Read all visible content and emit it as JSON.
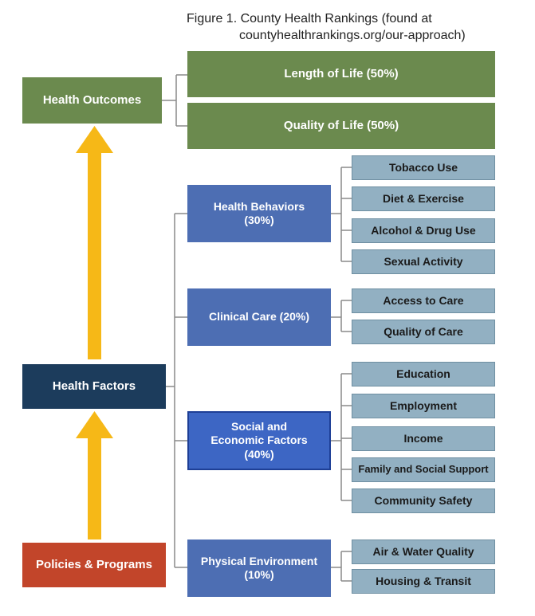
{
  "title": {
    "line1": "Figure 1. County Health Rankings (found at",
    "line2": "countyhealthrankings.org/our-approach)"
  },
  "colors": {
    "outcomes_green": "#6b8a4e",
    "factors_navy": "#1c3c5c",
    "policies_red": "#c2452a",
    "category_blue": "#4d6eb3",
    "highlight_blue": "#3d66c4",
    "measure_gray": "#92b0c2",
    "arrow_gold": "#f6b817"
  },
  "left_column": {
    "health_outcomes": "Health Outcomes",
    "health_factors": "Health Factors",
    "policies_programs": "Policies & Programs"
  },
  "outcomes": {
    "length_of_life": "Length of Life (50%)",
    "quality_of_life": "Quality of Life (50%)"
  },
  "categories": {
    "health_behaviors": "Health Behaviors\n(30%)",
    "clinical_care": "Clinical Care (20%)",
    "social_economic": "Social and\nEconomic Factors\n(40%)",
    "physical_environment": "Physical Environment\n(10%)"
  },
  "measures": {
    "tobacco_use": "Tobacco Use",
    "diet_exercise": "Diet & Exercise",
    "alcohol_drug_use": "Alcohol & Drug Use",
    "sexual_activity": "Sexual Activity",
    "access_to_care": "Access to Care",
    "quality_of_care": "Quality of Care",
    "education": "Education",
    "employment": "Employment",
    "income": "Income",
    "family_social_support": "Family and Social Support",
    "community_safety": "Community Safety",
    "air_water_quality": "Air & Water Quality",
    "housing_transit": "Housing & Transit"
  }
}
